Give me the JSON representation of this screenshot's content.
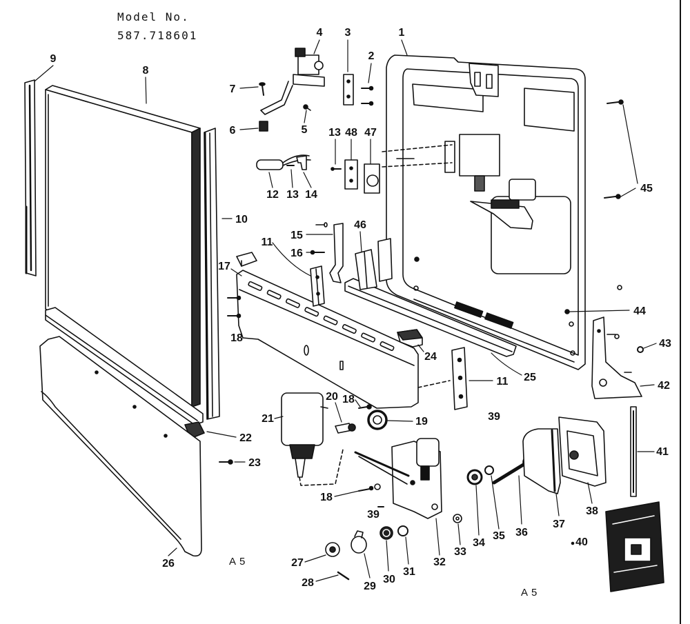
{
  "header": {
    "model_label": "Model No.",
    "model_number": "587.718601"
  },
  "callouts": [
    "1",
    "2",
    "3",
    "4",
    "5",
    "6",
    "7",
    "8",
    "9",
    "10",
    "11",
    "11",
    "12",
    "13",
    "13",
    "14",
    "15",
    "16",
    "17",
    "18",
    "18",
    "18",
    "19",
    "20",
    "21",
    "22",
    "23",
    "24",
    "25",
    "26",
    "27",
    "28",
    "29",
    "30",
    "31",
    "32",
    "33",
    "34",
    "35",
    "36",
    "37",
    "38",
    "39",
    "39",
    "40",
    "41",
    "42",
    "43",
    "44",
    "45",
    "46",
    "47",
    "48"
  ],
  "sheet_marks": [
    "A5",
    "A5"
  ]
}
